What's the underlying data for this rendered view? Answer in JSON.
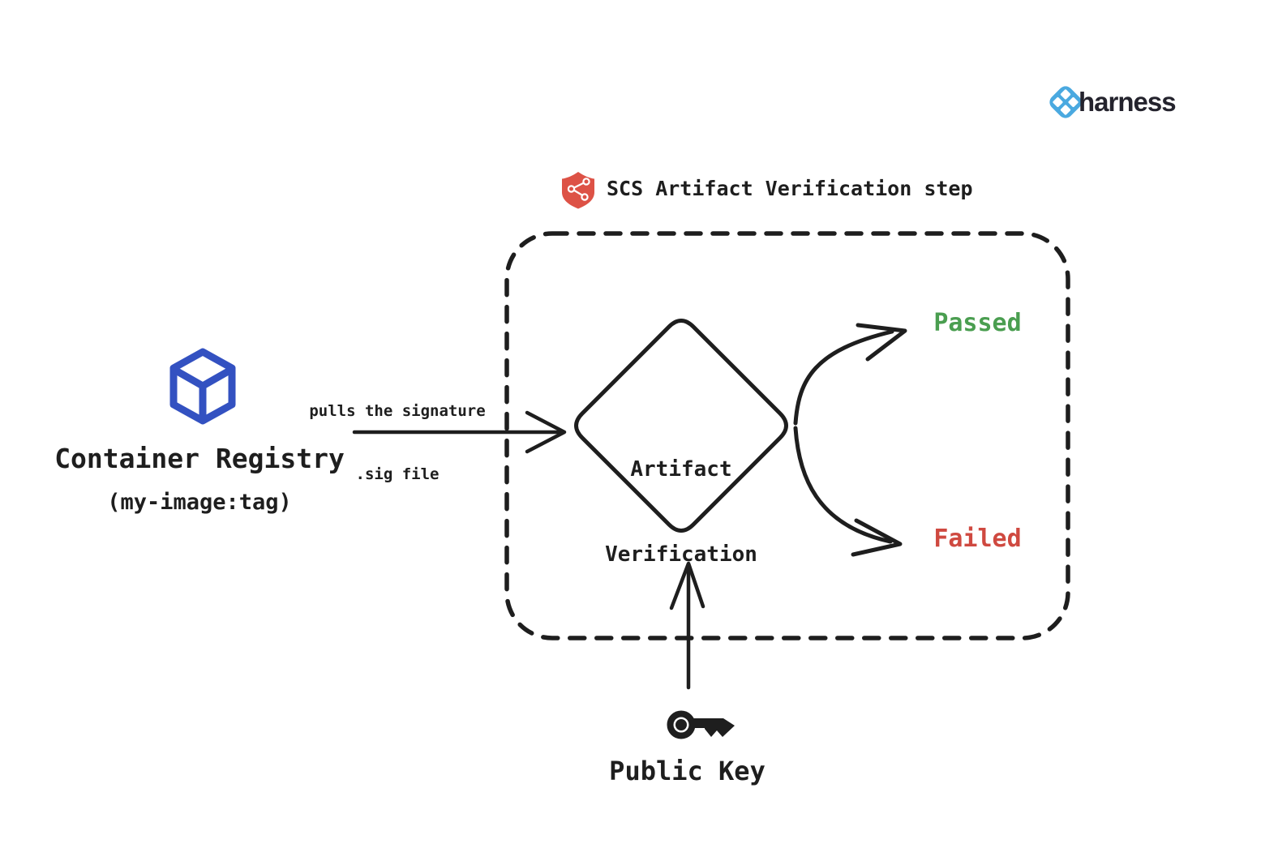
{
  "ink": "#1e1e1e",
  "brand": {
    "wordmark": "harness",
    "icon_color": "#4aa9e0",
    "wordmark_color": "#24232d"
  },
  "step_box": {
    "title": "SCS Artifact Verification step",
    "shield_color": "#dd5246"
  },
  "registry": {
    "label": "Container Registry",
    "tag": "(my-image:tag)",
    "cube_color": "#3351c1"
  },
  "pull_arrow": {
    "line1": "pulls the signature",
    "line2": ".sig file"
  },
  "decision": {
    "line1": "Artifact",
    "line2": "Verification"
  },
  "outcomes": {
    "passed_label": "Passed",
    "passed_color": "#4a9e50",
    "failed_label": "Failed",
    "failed_color": "#cf4940"
  },
  "public_key": {
    "label": "Public Key"
  }
}
